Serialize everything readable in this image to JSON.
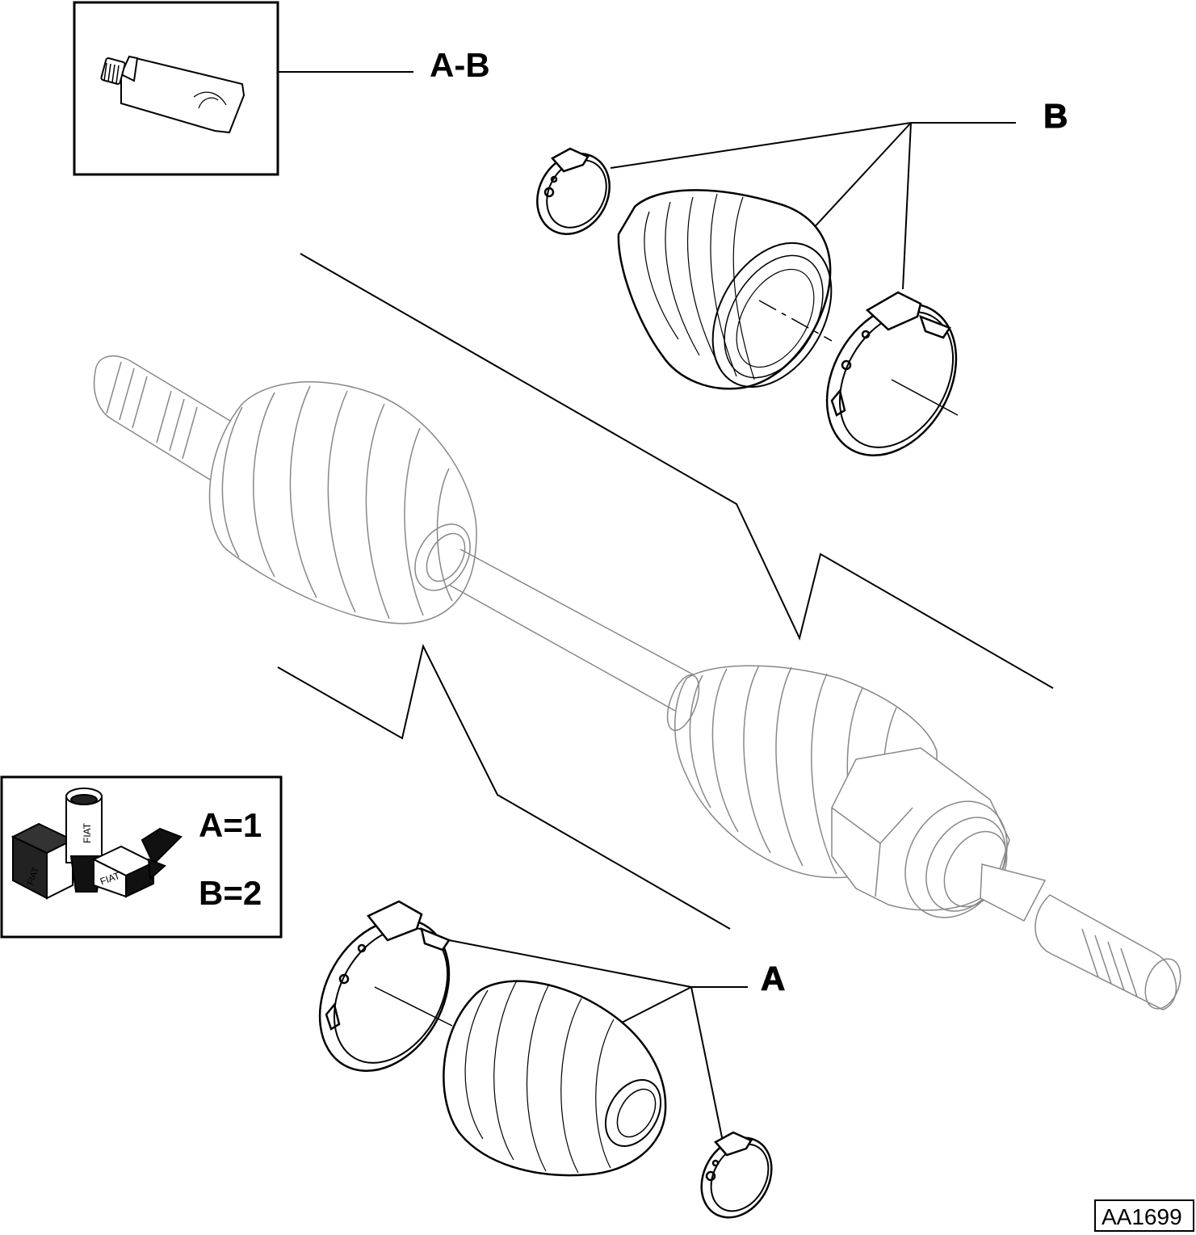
{
  "labels": {
    "grease_callout": "A-B",
    "kit_b_callout": "B",
    "kit_a_callout": "A"
  },
  "legend": {
    "line1": "A=1",
    "line2": "B=2",
    "can_brand": "FIAT",
    "box_brand_left": "FIAT",
    "box_brand_right": "FIAT"
  },
  "reference_code": "AA1699"
}
